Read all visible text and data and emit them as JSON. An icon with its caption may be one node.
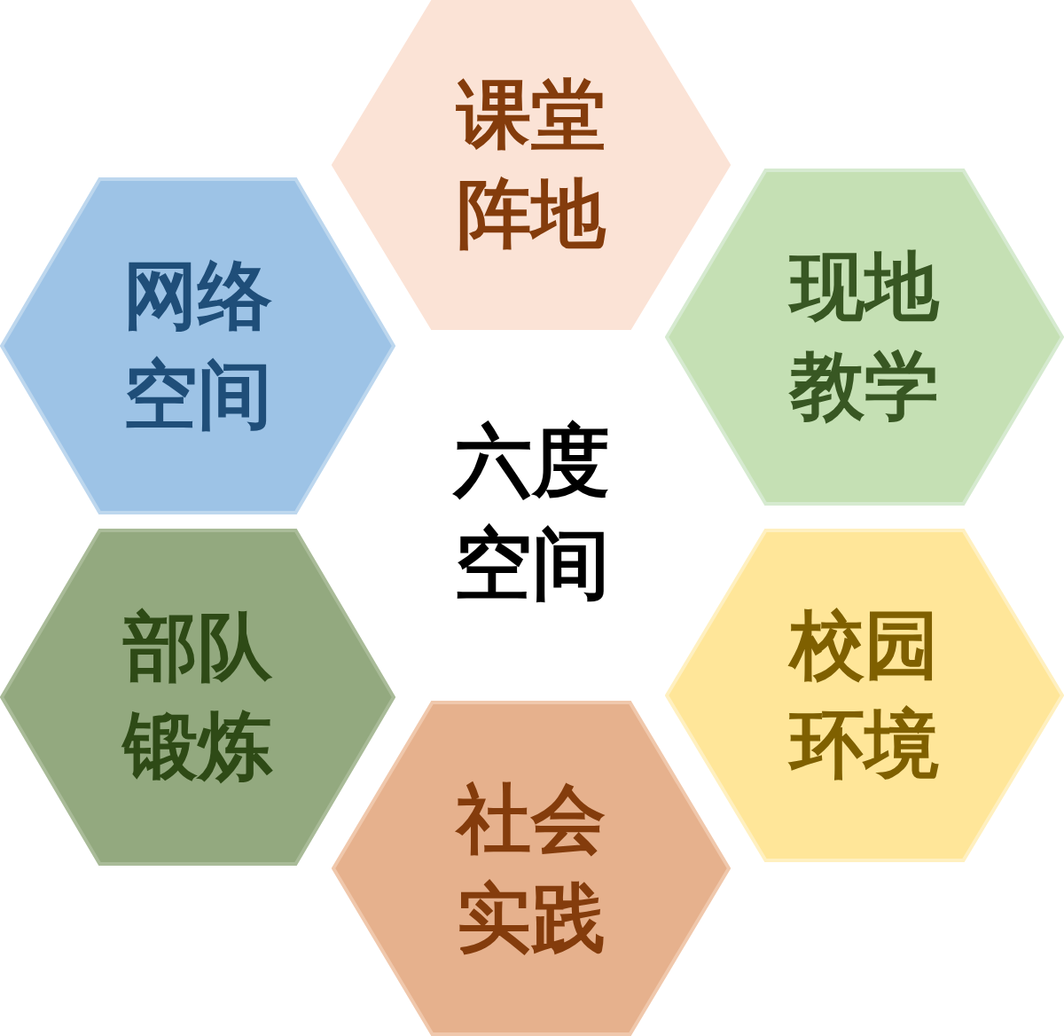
{
  "diagram": {
    "nodes": [
      {
        "text": [
          "课堂阵地"
        ]
      },
      {
        "text": [
          "网络空间"
        ]
      },
      {
        "text": [
          "现地教学"
        ]
      },
      {
        "text": [
          "部队锻炼"
        ]
      },
      {
        "text": [
          "校园环境"
        ]
      },
      {
        "text": [
          "社会实践"
        ]
      }
    ],
    "labels": [
      "六度空间"
    ]
  }
}
